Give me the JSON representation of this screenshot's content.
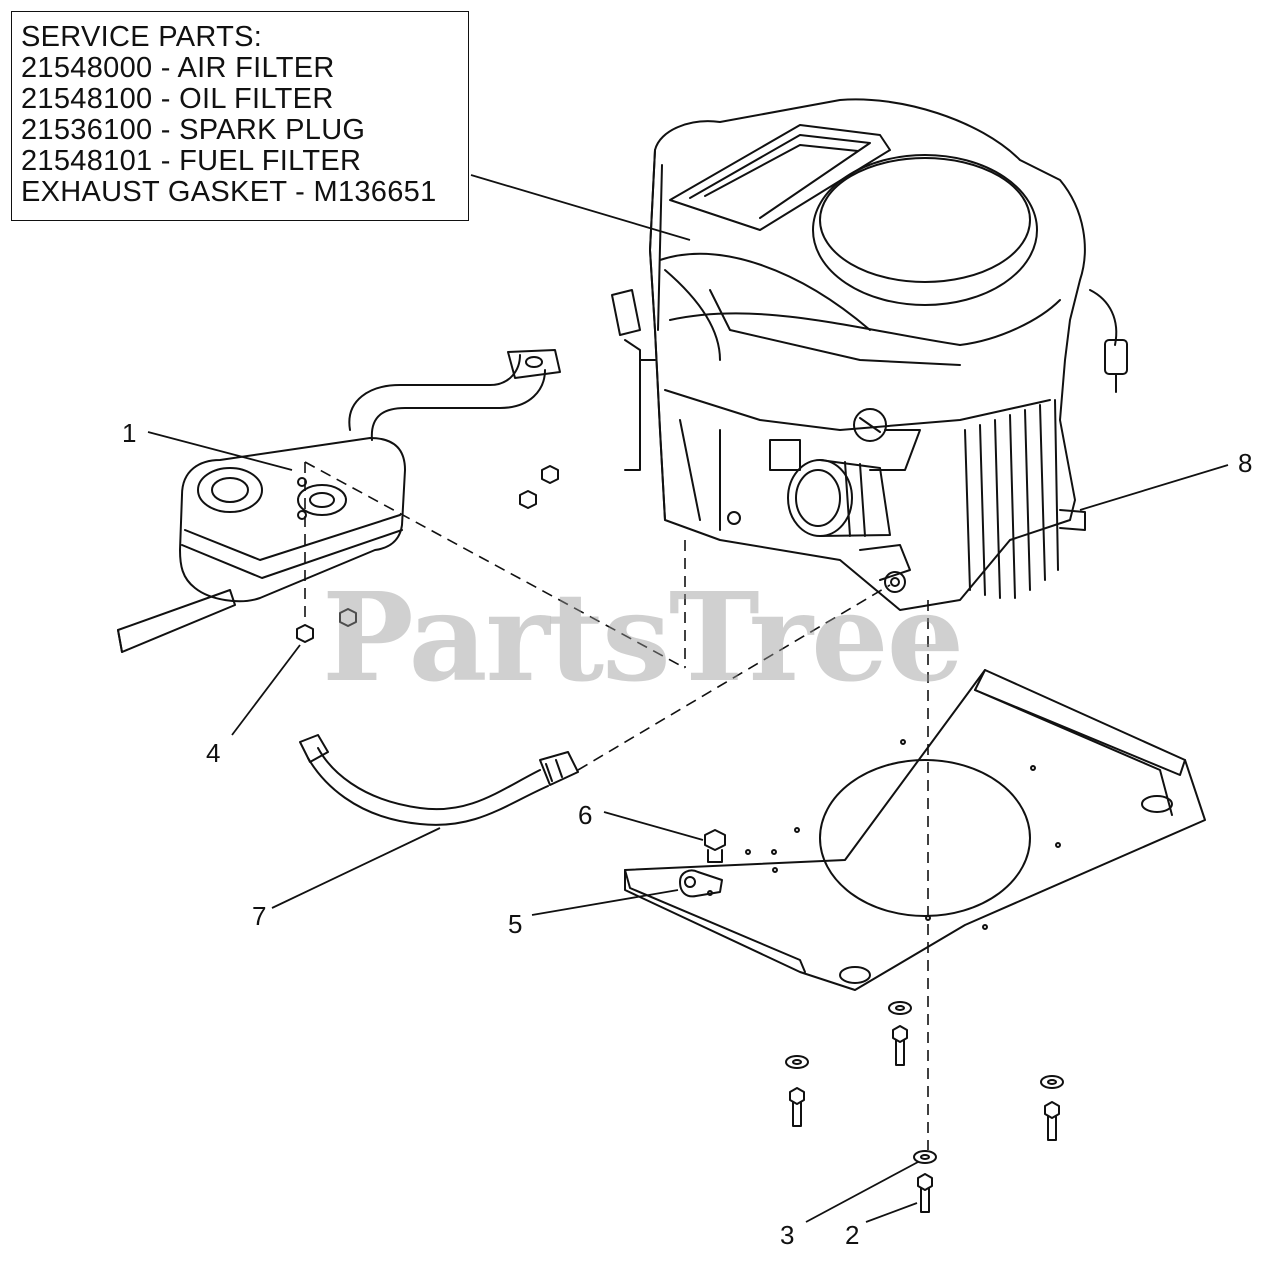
{
  "service_parts": {
    "heading": "SERVICE PARTS:",
    "items": [
      "21548000 - AIR FILTER",
      "21548100 - OIL FILTER",
      "21536100 - SPARK PLUG",
      "21548101 - FUEL FILTER",
      "EXHAUST GASKET - M136651"
    ]
  },
  "callouts": [
    "1",
    "2",
    "3",
    "4",
    "5",
    "6",
    "7",
    "8"
  ],
  "watermark": "PartsTree",
  "icons": {
    "engine": "engine-icon",
    "muffler": "muffler-icon",
    "mount_plate": "mounting-plate-icon",
    "fuel_line": "fuel-line-icon",
    "bolt": "bolt-icon",
    "washer": "washer-icon",
    "nut": "nut-icon",
    "clamp": "clamp-icon",
    "fitting": "fitting-icon"
  },
  "colors": {
    "line": "#111111",
    "watermark": "#969696",
    "background": "#ffffff"
  }
}
